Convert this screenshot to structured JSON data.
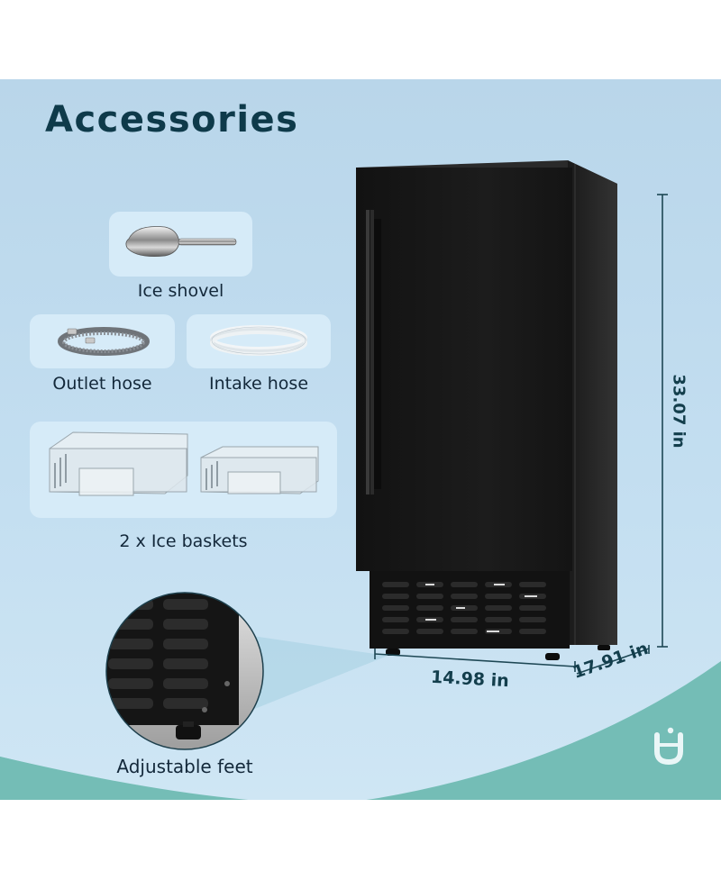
{
  "title": "Accessories",
  "accessories": [
    {
      "name": "Ice shovel",
      "icon": "ice-scoop"
    },
    {
      "name": "Outlet hose",
      "icon": "gray-coiled-hose"
    },
    {
      "name": "Intake hose",
      "icon": "white-coiled-hose"
    },
    {
      "name": "2 x Ice baskets",
      "icon": "clear-ice-baskets"
    }
  ],
  "feature_callout": {
    "label": "Adjustable feet",
    "icon": "adjustable-foot-closeup"
  },
  "dimensions": {
    "height": "33.07 in",
    "width": "14.98 in",
    "depth": "17.91 in"
  },
  "product": {
    "description": "black ice maker",
    "icon": "ice-maker"
  },
  "brand_logo": {
    "icon": "brand-logo"
  },
  "colors": {
    "background": "#bcd8ec",
    "teal": "#74bdb6",
    "title": "#0e3a4a",
    "card": "#d6ebf8",
    "appliance": "#151515"
  }
}
